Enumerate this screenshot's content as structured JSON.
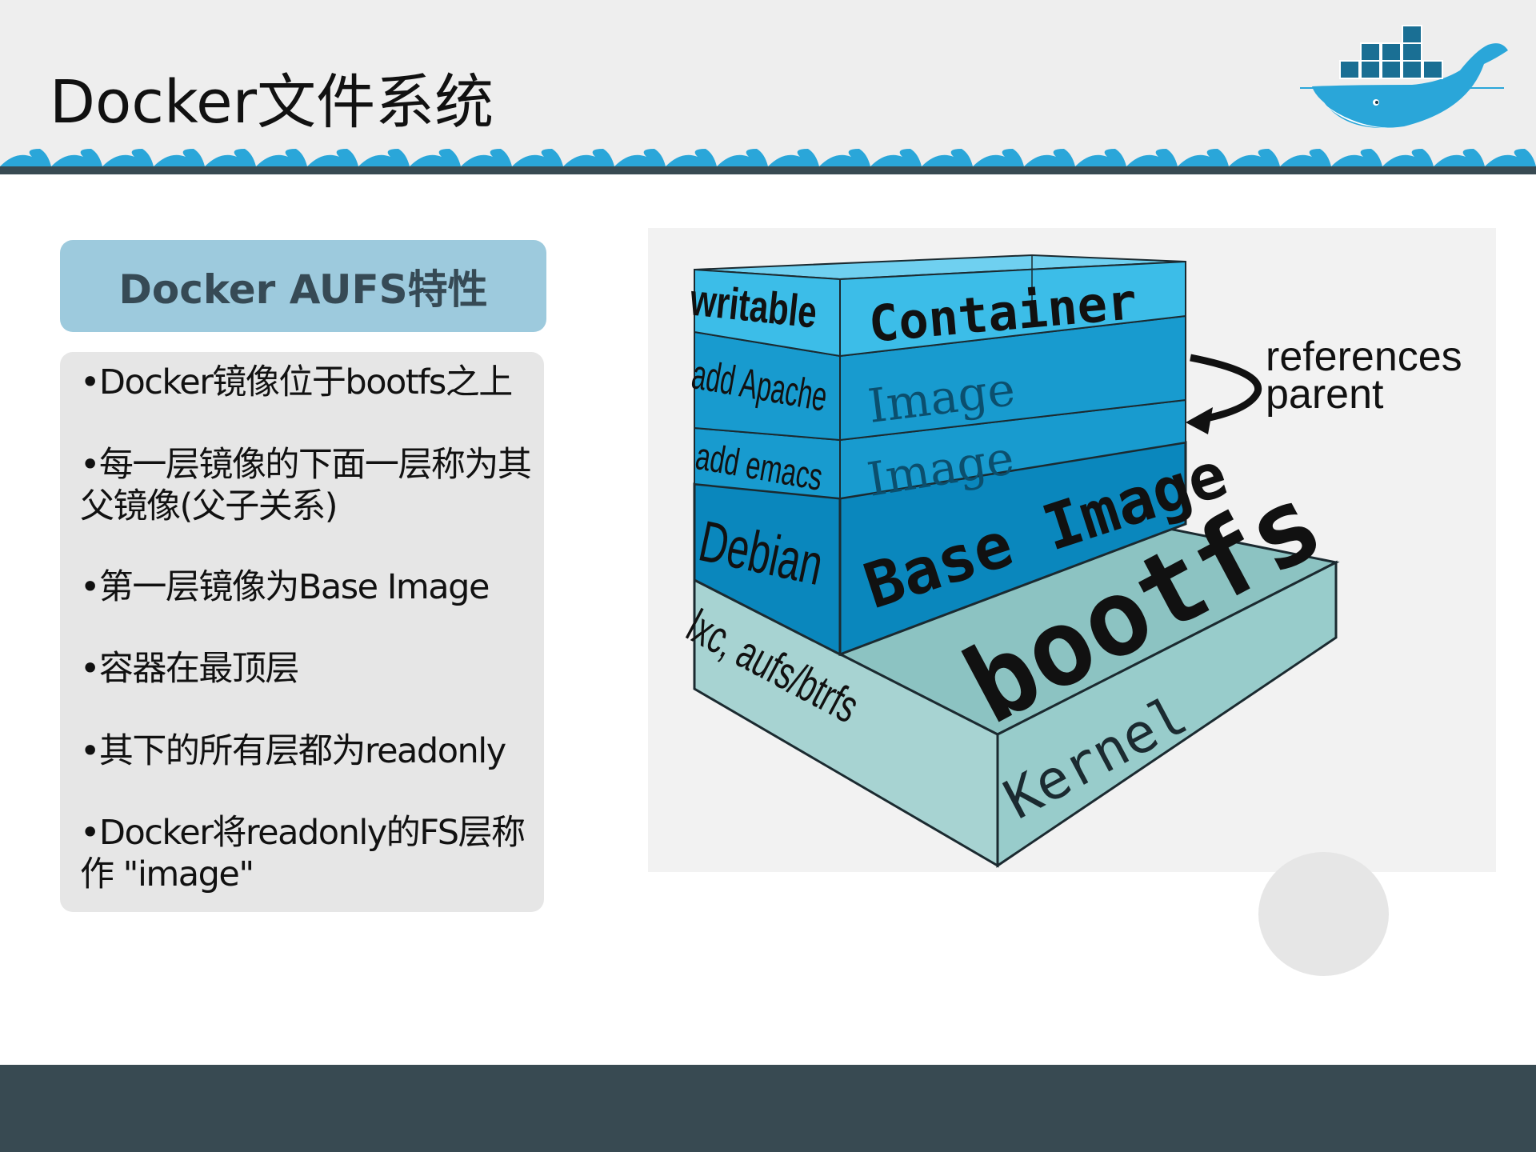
{
  "slide": {
    "title": "Docker文件系统"
  },
  "panel": {
    "heading": "Docker AUFS特性",
    "bullets": [
      "•Docker镜像位于bootfs之上",
      "•每一层镜像的下面一层称为其父镜像(父子关系)",
      "•第一层镜像为Base Image",
      "•容器在最顶层",
      "•其下的所有层都为readonly",
      "•Docker将readonly的FS层称作 \"image\""
    ]
  },
  "diagram": {
    "layers": {
      "writable": "writable",
      "container": "Container",
      "add_apache": "add Apache",
      "image_1": "Image",
      "add_emacs": "add emacs",
      "image_2": "Image",
      "debian": "Debian",
      "base_image": "Base Image",
      "lxc": "lxc, aufs/btrfs",
      "bootfs": "bootfs",
      "kernel": "Kernel"
    },
    "references": {
      "line1": "references",
      "line2": "parent"
    }
  },
  "colors": {
    "header_bg": "#eeeeee",
    "panel_head": "#9dcadd",
    "panel_body": "#e6e6e6",
    "footer": "#384a52",
    "layer_top": "#3cbde8",
    "layer_mid": "#189bcf",
    "layer_base": "#0a87bd",
    "kernel": "#a7d3d2"
  }
}
